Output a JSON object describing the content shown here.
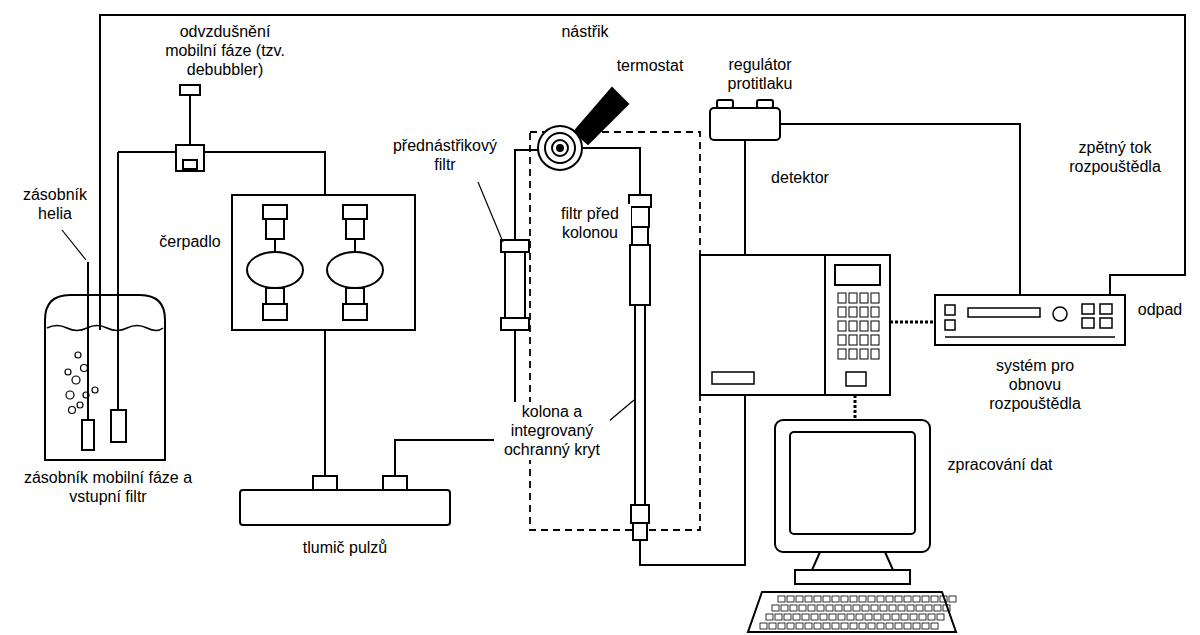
{
  "diagram": {
    "labels": [
      "odvzdušnění mobilní fáze (tzv. debubbler)",
      "nástřik",
      "termostat",
      "regulátor protitlaku",
      "zpětný tok rozpouštědla",
      "zásobník helia",
      "čerpadlo",
      "přednástřikový filtr",
      "filtr před kolonou",
      "detektor",
      "kolona a integrovaný ochranný kryt",
      "zásobník mobilní fáze a vstupní filtr",
      "tlumič pulzů",
      "zpracování dat",
      "systém pro obnovu rozpouštědla",
      "odpad"
    ]
  }
}
